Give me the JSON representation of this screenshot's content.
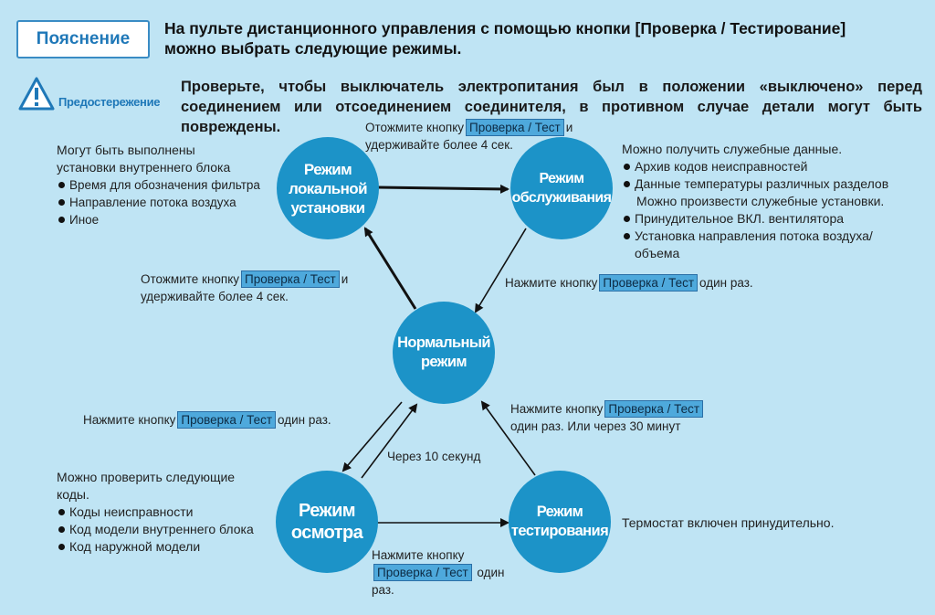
{
  "header": {
    "badge": "Пояснение",
    "intro_line1": "На пульте дистанционного управления с помощью кнопки [Проверка / Тестирование]",
    "intro_line2": "можно выбрать следующие режимы."
  },
  "caution": {
    "label": "Предостережение",
    "text": "Проверьте, чтобы выключатель электропитания был в положении «выключено» перед соединением или отсоединением соединителя, в противном случае детали могут быть повреждены."
  },
  "button_name": "Проверка / Тест",
  "modes": {
    "local": "Режим\nлокальной\nустановки",
    "service": "Режим\nобслуживания",
    "normal": "Нормальный\nрежим",
    "inspect": "Режим\nосмотра",
    "test": "Режим\nтестирования"
  },
  "instructions": {
    "press_pre": "Нажмите кнопку",
    "press_once_post": "один раз.",
    "press_once_or30": "один раз. Или через 30 минут",
    "hold_pre": "Отожмите кнопку",
    "hold_and": "и",
    "hold_line2": "удерживайте более 4 сек.",
    "after10": "Через 10 секунд",
    "bottom_once": "один",
    "bottom_raz": "раз."
  },
  "local_desc": {
    "line1": "Могут быть выполнены",
    "line2": "установки внутреннего блока",
    "items": [
      "Время для обозначения фильтра",
      "Направление потока воздуха",
      "Иное"
    ]
  },
  "service_desc": {
    "line1": "Можно получить служебные данные.",
    "items": [
      "Архив кодов неисправностей",
      "Данные температуры различных разделов"
    ],
    "extra": "Можно произвести служебные установки.",
    "items2": [
      "Принудительное ВКЛ. вентилятора",
      "Установка направления потока воздуха/"
    ],
    "cont": "объема"
  },
  "inspect_desc": {
    "line1": "Можно проверить следующие",
    "line2": "коды.",
    "items": [
      "Коды неисправности",
      "Код модели внутреннего блока",
      "Код наружной модели"
    ]
  },
  "test_desc": "Термостат включен принудительно."
}
